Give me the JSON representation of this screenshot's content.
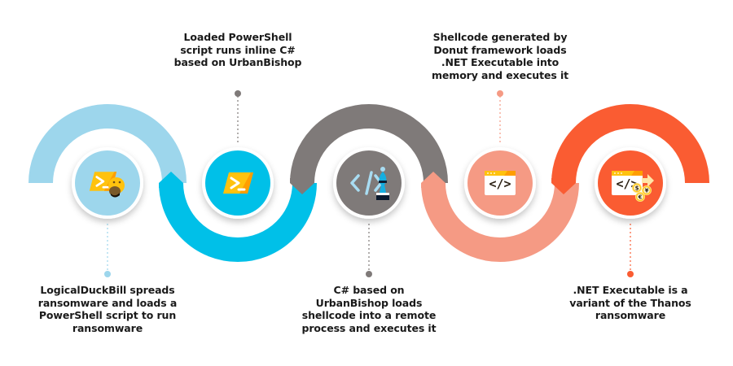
{
  "title": "LogicalDuckBill attack chain",
  "steps": [
    {
      "id": "step-1",
      "icon": "powershell-with-duckbill-icon",
      "color": "#9dd6ec",
      "caption_position": "bottom",
      "caption_lines": [
        "LogicalDuckBill spreads",
        "ransomware and loads a",
        "PowerShell script to run",
        "ransomware"
      ]
    },
    {
      "id": "step-2",
      "icon": "powershell-icon",
      "color": "#00c0e8",
      "caption_position": "top",
      "caption_lines": [
        "Loaded PowerShell",
        "script runs inline C#",
        "based on UrbanBishop"
      ]
    },
    {
      "id": "step-3",
      "icon": "code-with-bishop-icon",
      "color": "#7f7a79",
      "caption_position": "bottom",
      "caption_lines": [
        "C# based on",
        "UrbanBishop loads",
        "shellcode into a remote",
        "process and executes it"
      ]
    },
    {
      "id": "step-4",
      "icon": "code-window-icon",
      "color": "#f59a84",
      "caption_position": "top",
      "caption_lines": [
        "Shellcode generated by",
        "Donut framework loads",
        ".NET Executable into",
        "memory and executes it"
      ]
    },
    {
      "id": "step-5",
      "icon": "code-window-ransom-coins-icon",
      "color": "#fa5c32",
      "caption_position": "bottom",
      "caption_lines": [
        ".NET Executable is a",
        "variant of the Thanos",
        "ransomware"
      ]
    }
  ],
  "coin_symbols": [
    "$",
    "¥",
    "€"
  ],
  "code_glyph": "</>"
}
